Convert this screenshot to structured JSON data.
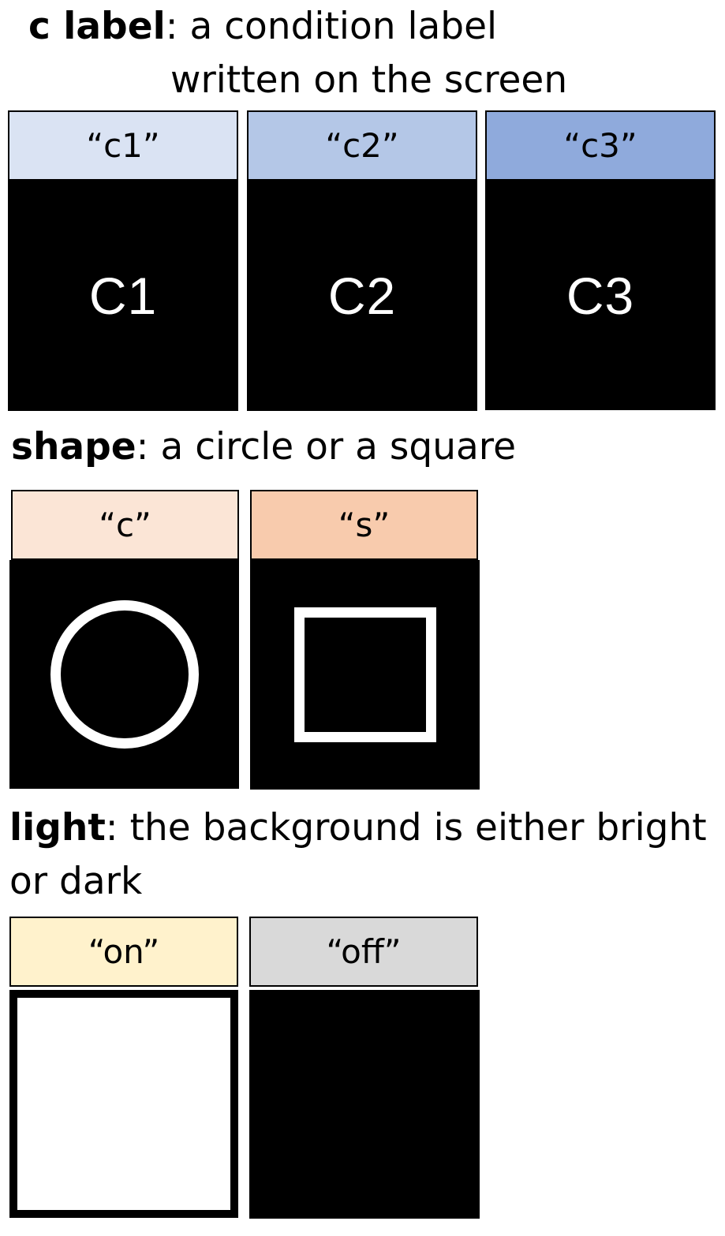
{
  "sections": {
    "c_label": {
      "term": "c label",
      "line1": ": a condition label",
      "line2": "written on the screen",
      "options": [
        {
          "label": "“c1”",
          "screen_text": "C1",
          "color": "#dae3f3"
        },
        {
          "label": "“c2”",
          "screen_text": "C2",
          "color": "#b4c7e7"
        },
        {
          "label": "“c3”",
          "screen_text": "C3",
          "color": "#8faadc"
        }
      ]
    },
    "shape": {
      "term": "shape",
      "line1": ": a circle or a square",
      "options": [
        {
          "label": "“c”",
          "shape": "circle",
          "color": "#fbe5d6"
        },
        {
          "label": "“s”",
          "shape": "square",
          "color": "#f8cbad"
        }
      ]
    },
    "light": {
      "term": "light",
      "line1": ": the background is either bright",
      "line2": "or dark",
      "options": [
        {
          "label": "“on”",
          "background": "bright",
          "color": "#fff2cc"
        },
        {
          "label": "“off”",
          "background": "dark",
          "color": "#d9d9d9"
        }
      ]
    }
  }
}
